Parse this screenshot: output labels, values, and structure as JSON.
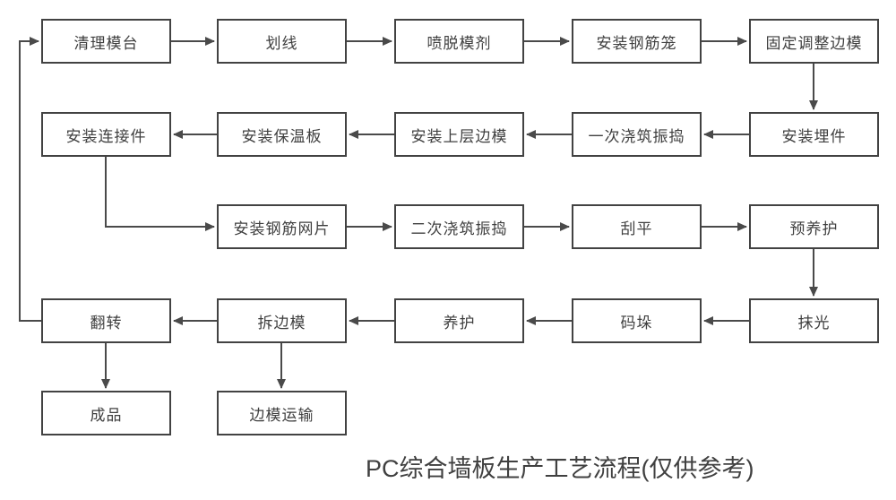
{
  "title": "PC综合墙板生产工艺流程(仅供参考)",
  "colors": {
    "background": "#ffffff",
    "box_border": "#424242",
    "box_fill": "#ffffff",
    "text": "#3f3f3f",
    "line": "#4a4a4a"
  },
  "diagram": {
    "type": "flowchart",
    "nodes": [
      {
        "label": "清理模台"
      },
      {
        "label": "划线"
      },
      {
        "label": "喷脱模剂"
      },
      {
        "label": "安装钢筋笼"
      },
      {
        "label": "固定调整边模"
      },
      {
        "label": "安装埋件"
      },
      {
        "label": "一次浇筑振捣"
      },
      {
        "label": "安装上层边模"
      },
      {
        "label": "安装保温板"
      },
      {
        "label": "安装连接件"
      },
      {
        "label": "安装钢筋网片"
      },
      {
        "label": "二次浇筑振捣"
      },
      {
        "label": "刮平"
      },
      {
        "label": "预养护"
      },
      {
        "label": "抹光"
      },
      {
        "label": "码垛"
      },
      {
        "label": "养护"
      },
      {
        "label": "拆边模"
      },
      {
        "label": "翻转"
      },
      {
        "label": "成品"
      },
      {
        "label": "边模运输"
      }
    ],
    "edges": [
      [
        "清理模台",
        "划线"
      ],
      [
        "划线",
        "喷脱模剂"
      ],
      [
        "喷脱模剂",
        "安装钢筋笼"
      ],
      [
        "安装钢筋笼",
        "固定调整边模"
      ],
      [
        "固定调整边模",
        "安装埋件"
      ],
      [
        "安装埋件",
        "一次浇筑振捣"
      ],
      [
        "一次浇筑振捣",
        "安装上层边模"
      ],
      [
        "安装上层边模",
        "安装保温板"
      ],
      [
        "安装保温板",
        "安装连接件"
      ],
      [
        "安装连接件",
        "安装钢筋网片"
      ],
      [
        "安装钢筋网片",
        "二次浇筑振捣"
      ],
      [
        "二次浇筑振捣",
        "刮平"
      ],
      [
        "刮平",
        "预养护"
      ],
      [
        "预养护",
        "抹光"
      ],
      [
        "抹光",
        "码垛"
      ],
      [
        "码垛",
        "养护"
      ],
      [
        "养护",
        "拆边模"
      ],
      [
        "拆边模",
        "翻转"
      ],
      [
        "翻转",
        "清理模台"
      ],
      [
        "翻转",
        "成品"
      ],
      [
        "拆边模",
        "边模运输"
      ]
    ]
  }
}
